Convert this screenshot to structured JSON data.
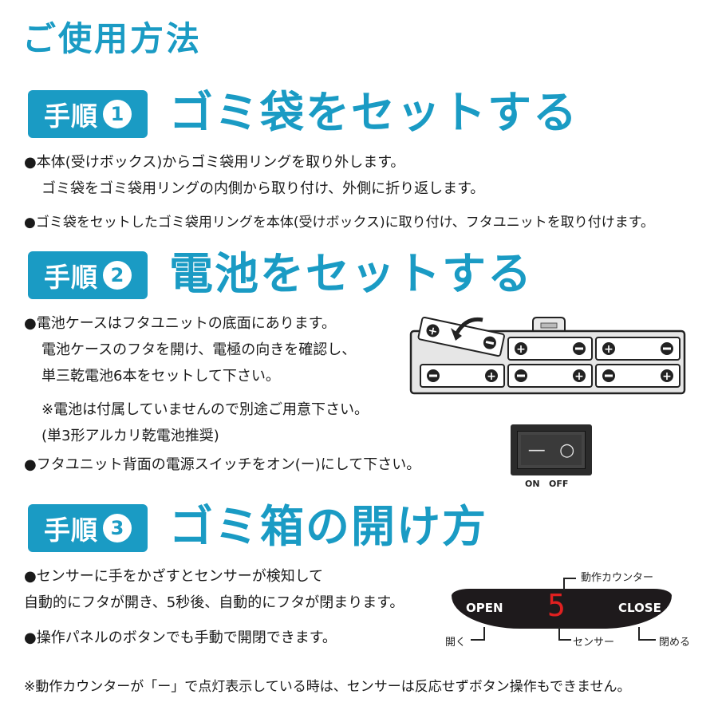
{
  "main_title": "ご使用方法",
  "steps": [
    {
      "badge": "手順",
      "num": "1",
      "title": "ゴミ袋をセットする",
      "lines": [
        "●本体(受けボックス)からゴミ袋用リングを取り外します。",
        "ゴミ袋をゴミ袋用リングの内側から取り付け、外側に折り返します。",
        "●ゴミ袋をセットしたゴミ袋用リングを本体(受けボックス)に取り付け、フタユニットを取り付けます。"
      ]
    },
    {
      "badge": "手順",
      "num": "2",
      "title": "電池をセットする",
      "lines": [
        "●電池ケースはフタユニットの底面にあります。",
        "電池ケースのフタを開け、電極の向きを確認し、",
        "単三乾電池6本をセットして下さい。",
        "※電池は付属していませんので別途ご用意下さい。",
        "(単3形アルカリ乾電池推奨)",
        "●フタユニット背面の電源スイッチをオン(ー)にして下さい。"
      ]
    },
    {
      "badge": "手順",
      "num": "3",
      "title": "ゴミ箱の開け方",
      "lines": [
        "●センサーに手をかざすとセンサーが検知して",
        "自動的にフタが開き、5秒後、自動的にフタが閉まります。",
        "●操作パネルのボタンでも手動で開閉できます。"
      ]
    }
  ],
  "switch": {
    "on_symbol": "—",
    "off_symbol": "○",
    "on_label": "ON",
    "off_label": "OFF"
  },
  "panel": {
    "open_label": "OPEN",
    "close_label": "CLOSE",
    "counter_display": "5",
    "callout_counter": "動作カウンター",
    "callout_open": "開く",
    "callout_sensor": "センサー",
    "callout_close": "閉める",
    "counter_color": "#e02020"
  },
  "footnote": "※動作カウンターが「ー」で点灯表示している時は、センサーは反応せずボタン操作もできません。",
  "colors": {
    "accent": "#1a9bc4"
  }
}
